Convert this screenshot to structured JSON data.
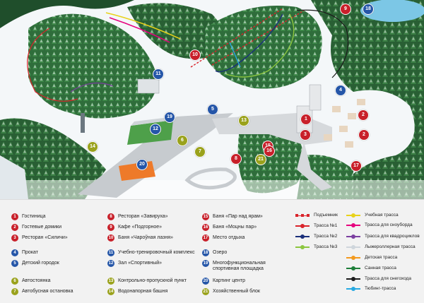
{
  "colors": {
    "red": "#c8202a",
    "blue": "#2556a8",
    "olive": "#9aa21c",
    "forest": "#2e6f3a",
    "snow": "#eef3f6",
    "road": "#c9ccd0",
    "orange": "#ee7a2a",
    "field": "#4ea04a"
  },
  "legend": {
    "col1": [
      {
        "num": "1",
        "label": "Гостиница",
        "color": "red"
      },
      {
        "num": "2",
        "label": "Гостевые домики",
        "color": "red"
      },
      {
        "num": "3",
        "label": "Ресторан «Силичи»",
        "color": "red"
      },
      {
        "num": "4",
        "label": "Прокат",
        "color": "blue"
      },
      {
        "num": "5",
        "label": "Детский городок",
        "color": "blue"
      },
      {
        "num": "6",
        "label": "Автостоянка",
        "color": "olive"
      },
      {
        "num": "7",
        "label": "Автобусная остановка",
        "color": "olive"
      }
    ],
    "col2": [
      {
        "num": "8",
        "label": "Ресторан «Завируха»",
        "color": "red"
      },
      {
        "num": "9",
        "label": "Кафе «Подгорное»",
        "color": "red"
      },
      {
        "num": "10",
        "label": "Баня «Чароўная лазня»",
        "color": "red"
      },
      {
        "num": "11",
        "label": "Учебно-тренировочный комплекс",
        "color": "blue"
      },
      {
        "num": "12",
        "label": "Зал «Спортивный»",
        "color": "blue"
      },
      {
        "num": "13",
        "label": "Контрольно-пропускной пункт",
        "color": "olive"
      },
      {
        "num": "14",
        "label": "Водонапорная башня",
        "color": "olive"
      }
    ],
    "col3": [
      {
        "num": "15",
        "label": "Баня «Пар над ярам»",
        "color": "red"
      },
      {
        "num": "16",
        "label": "Баня «Моцны пар»",
        "color": "red"
      },
      {
        "num": "17",
        "label": "Место отдыха",
        "color": "red"
      },
      {
        "num": "18",
        "label": "Озеро",
        "color": "blue"
      },
      {
        "num": "19",
        "label": "Многофункциональная спортивная площадка",
        "color": "blue"
      },
      {
        "num": "20",
        "label": "Картинг центр",
        "color": "blue"
      },
      {
        "num": "21",
        "label": "Хозяйственный блок",
        "color": "olive"
      }
    ],
    "col4": [
      {
        "label": "Подъемник",
        "color": "#d9232a",
        "kind": "lift"
      },
      {
        "label": "Трасса №1",
        "color": "#d9232a",
        "kind": "trail"
      },
      {
        "label": "Трасса №2",
        "color": "#1a2f7a",
        "kind": "trail"
      },
      {
        "label": "Трасса №3",
        "color": "#8cc63f",
        "kind": "trail"
      }
    ],
    "col5": [
      {
        "label": "Учебная трасса",
        "color": "#e8d21a",
        "kind": "trail"
      },
      {
        "label": "Трасса для сноуборда",
        "color": "#e6007e",
        "kind": "trail"
      },
      {
        "label": "Трасса для квадроциклов",
        "color": "#7b3fa0",
        "kind": "trail"
      },
      {
        "label": "Лыжероллерная трасса",
        "color": "#cfd6dc",
        "kind": "trail"
      },
      {
        "label": "Детская трасса",
        "color": "#f39a1e",
        "kind": "trail"
      },
      {
        "label": "Санная трасса",
        "color": "#1e7f3a",
        "kind": "trail"
      },
      {
        "label": "Трасса для снегохода",
        "color": "#1c1c1c",
        "kind": "trail"
      },
      {
        "label": "Тюбинг-трасса",
        "color": "#27a9e1",
        "kind": "trail"
      }
    ]
  },
  "map_markers": [
    {
      "num": "1",
      "color": "red"
    },
    {
      "num": "2",
      "color": "red"
    },
    {
      "num": "2",
      "color": "red"
    },
    {
      "num": "3",
      "color": "red"
    },
    {
      "num": "4",
      "color": "blue"
    },
    {
      "num": "5",
      "color": "blue"
    },
    {
      "num": "6",
      "color": "olive"
    },
    {
      "num": "7",
      "color": "olive"
    },
    {
      "num": "8",
      "color": "red"
    },
    {
      "num": "9",
      "color": "red"
    },
    {
      "num": "10",
      "color": "red"
    },
    {
      "num": "11",
      "color": "blue"
    },
    {
      "num": "12",
      "color": "blue"
    },
    {
      "num": "13",
      "color": "olive"
    },
    {
      "num": "14",
      "color": "olive"
    },
    {
      "num": "15",
      "color": "red"
    },
    {
      "num": "16",
      "color": "red"
    },
    {
      "num": "17",
      "color": "red"
    },
    {
      "num": "18",
      "color": "blue"
    },
    {
      "num": "19",
      "color": "blue"
    },
    {
      "num": "20",
      "color": "blue"
    },
    {
      "num": "21",
      "color": "olive"
    }
  ]
}
